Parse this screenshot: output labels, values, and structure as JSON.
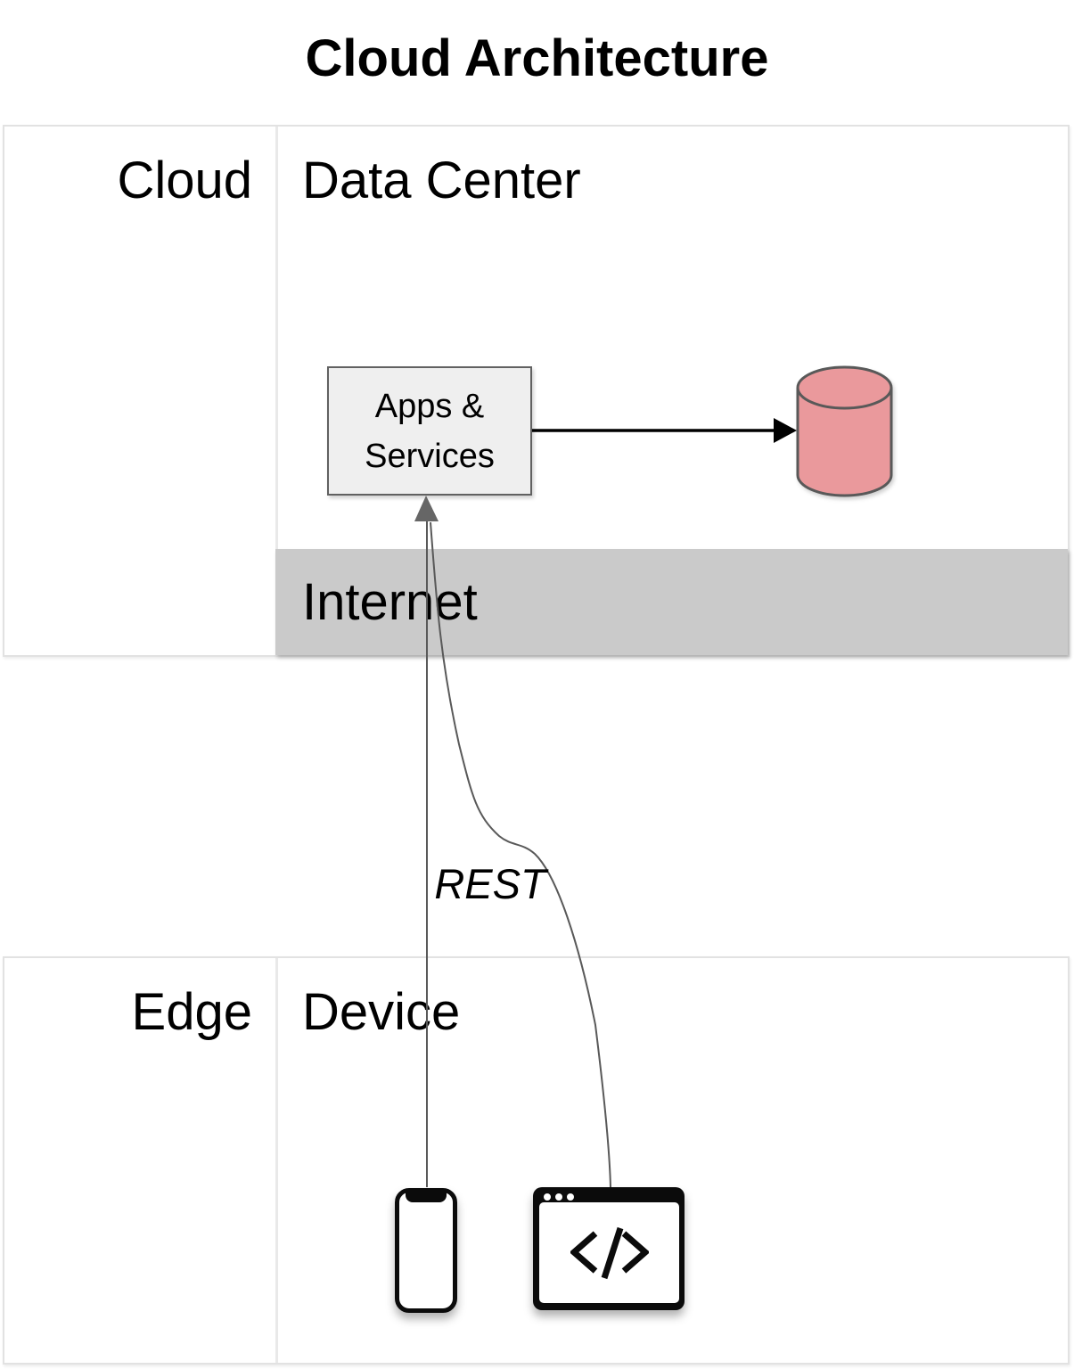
{
  "title": "Cloud Architecture",
  "pools": [
    {
      "label": "Cloud",
      "zone": "Data Center"
    },
    {
      "label": "Edge",
      "zone": "Device"
    }
  ],
  "nodes": {
    "apps_services": {
      "label": "Apps & Services"
    },
    "internet": {
      "label": "Internet"
    },
    "database": {
      "icon": "database-cylinder-icon"
    },
    "smartphone": {
      "icon": "smartphone-icon"
    },
    "browser": {
      "icon": "browser-window-icon",
      "code_glyph": "</>"
    }
  },
  "edges": {
    "rest": {
      "label": "REST"
    }
  },
  "colors": {
    "internet_band": "#cacaca",
    "apps_box_fill": "#efefef",
    "apps_box_border": "#616161",
    "database_fill": "#ea999c",
    "database_stroke": "#595959",
    "connector": "#595959",
    "arrow": "#000000",
    "lane_border": "#e2e2e2"
  }
}
